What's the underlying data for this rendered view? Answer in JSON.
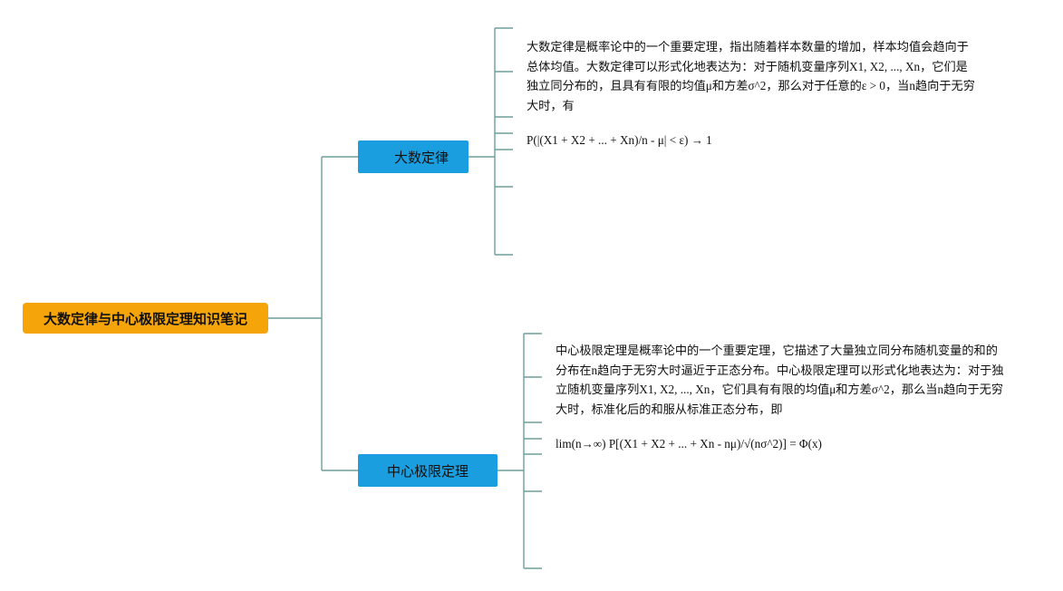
{
  "root": {
    "label": "大数定律与中心极限定理知识笔记"
  },
  "branches": [
    {
      "label": "大数定律",
      "note": {
        "text": "大数定律是概率论中的一个重要定理，指出随着样本数量的增加，样本均值会趋向于总体均值。大数定律可以形式化地表达为：对于随机变量序列X1, X2, ..., Xn，它们是独立同分布的，且具有有限的均值μ和方差σ^2，那么对于任意的ε > 0，当n趋向于无穷大时，有",
        "formula": "P(|(X1 + X2 + ... + Xn)/n - μ| < ε) → 1"
      }
    },
    {
      "label": "中心极限定理",
      "note": {
        "text": "中心极限定理是概率论中的一个重要定理，它描述了大量独立同分布随机变量的和的分布在n趋向于无穷大时逼近于正态分布。中心极限定理可以形式化地表达为：对于独立随机变量序列X1, X2, ..., Xn，它们具有有限的均值μ和方差σ^2，那么当n趋向于无穷大时，标准化后的和服从标准正态分布，即",
        "formula": "lim(n→∞) P[(X1 + X2 + ... + Xn - nμ)/√(nσ^2)] = Φ(x)"
      }
    }
  ]
}
